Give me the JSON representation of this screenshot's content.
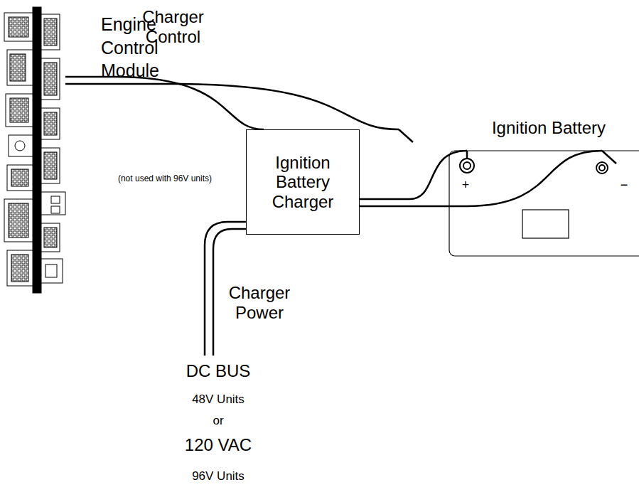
{
  "diagram": {
    "nodes": [
      {
        "text": [
          "Engine Control Module"
        ]
      },
      {
        "text": [
          "Ignition Battery Charger"
        ]
      },
      {
        "text": [
          "Ignition Battery"
        ]
      }
    ],
    "edges": [
      {
        "from": 0,
        "to": 1,
        "arrow": "none",
        "label": "Charger Control"
      },
      {
        "from": 1,
        "to": 2,
        "arrow": "none"
      }
    ],
    "labels": [
      "(not used with 96V units)",
      "Charger Power",
      "DC BUS",
      "48V Units",
      "or",
      "120 VAC",
      "96V Units",
      "+",
      "−"
    ]
  }
}
